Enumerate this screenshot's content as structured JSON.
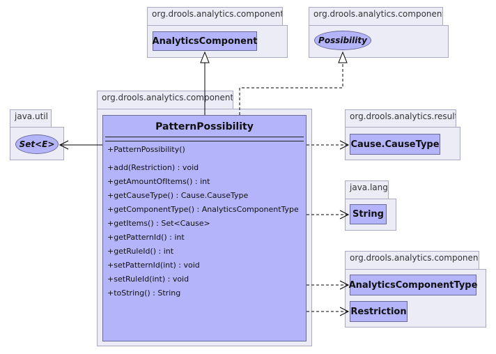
{
  "packages": {
    "top_left_pkg": "org.drools.analytics.components",
    "top_right_pkg": "org.drools.analytics.components",
    "main_pkg": "org.drools.analytics.components",
    "util_pkg": "java.util",
    "result_pkg": "org.drools.analytics.result",
    "lang_pkg": "java.lang",
    "bottom_pkg": "org.drools.analytics.components"
  },
  "classes": {
    "analytics_component": "AnalyticsComponent",
    "possibility": "Possibility",
    "set_e": "Set<E>",
    "cause_type": "Cause.CauseType",
    "string": "String",
    "analytics_component_type": "AnalyticsComponentType",
    "restriction": "Restriction"
  },
  "main_class": {
    "name": "PatternPossibility",
    "constructor": "+PatternPossibility()",
    "methods": [
      "+add(Restriction) : void",
      "+getAmountOfItems() : int",
      "+getCauseType() : Cause.CauseType",
      "+getComponentType() : AnalyticsComponentType",
      "+getItems() : Set<Cause>",
      "+getPatternId() : int",
      "+getRuleId() : int",
      "+setPatternId(int) : void",
      "+setRuleId(int) : void",
      "+toString() : String"
    ]
  }
}
